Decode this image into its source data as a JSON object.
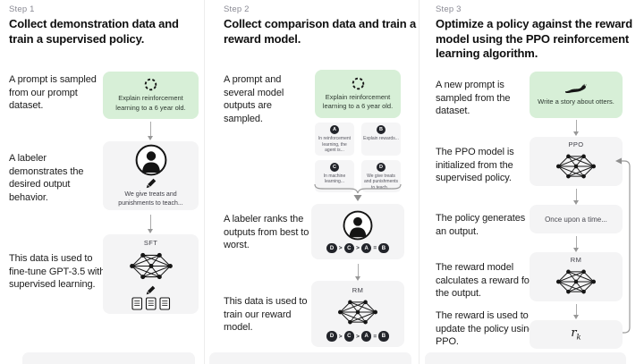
{
  "colors": {
    "accent_green": "#d7efd7",
    "panel_gray": "#f4f4f5",
    "ink": "#161616",
    "muted_label": "#8a8a94"
  },
  "icons": {
    "step1_prompt": "cycle-dashed-icon",
    "labeler": "person-icon",
    "annotation": "pen-icon",
    "sft_documents": "documents-icon",
    "model": "neural-network-icon",
    "step3_prompt": "otter-icon",
    "rank_funnel": "curly-brace-icon",
    "loop": "feedback-loop-arrow"
  },
  "step1": {
    "label": "Step 1",
    "title": "Collect demonstration data and train a supervised policy.",
    "caption_prompt": "A prompt is sampled from our prompt dataset.",
    "caption_labeler": "A labeler demonstrates the desired output behavior.",
    "caption_finetune": "This data is used to fine-tune GPT-3.5 with supervised learning.",
    "prompt_text": "Explain reinforcement learning to a 6 year old.",
    "labeler_note": "We give treats and punishments to teach...",
    "model_label": "SFT"
  },
  "step2": {
    "label": "Step 2",
    "title": "Collect comparison data and train a reward model.",
    "caption_prompt": "A prompt and several model outputs are sampled.",
    "caption_rank": "A labeler ranks the outputs from best to worst.",
    "caption_train": "This data is used to train our reward model.",
    "prompt_text": "Explain reinforcement learning to a 6 year old.",
    "outputs": [
      {
        "id": "A",
        "text": "In reinforcement learning, the agent is..."
      },
      {
        "id": "B",
        "text": "Explain rewards..."
      },
      {
        "id": "C",
        "text": "In machine learning..."
      },
      {
        "id": "D",
        "text": "We give treats and punishments to teach..."
      }
    ],
    "ranking": [
      "D",
      ">",
      "C",
      ">",
      "A",
      "=",
      "B"
    ],
    "model_label": "RM"
  },
  "step3": {
    "label": "Step 3",
    "title": "Optimize a policy against the reward model using the PPO reinforcement learning algorithm.",
    "caption_prompt": "A new prompt is sampled from the dataset.",
    "caption_init": "The PPO model is initialized from the supervised policy.",
    "caption_output": "The policy generates an output.",
    "caption_reward": "The reward model calculates a reward for the output.",
    "caption_update": "The reward is used to update the policy using PPO.",
    "prompt_text": "Write a story about otters.",
    "ppo_label": "PPO",
    "output_text": "Once upon a time...",
    "rm_label": "RM",
    "reward_base": "r",
    "reward_sub": "k"
  }
}
